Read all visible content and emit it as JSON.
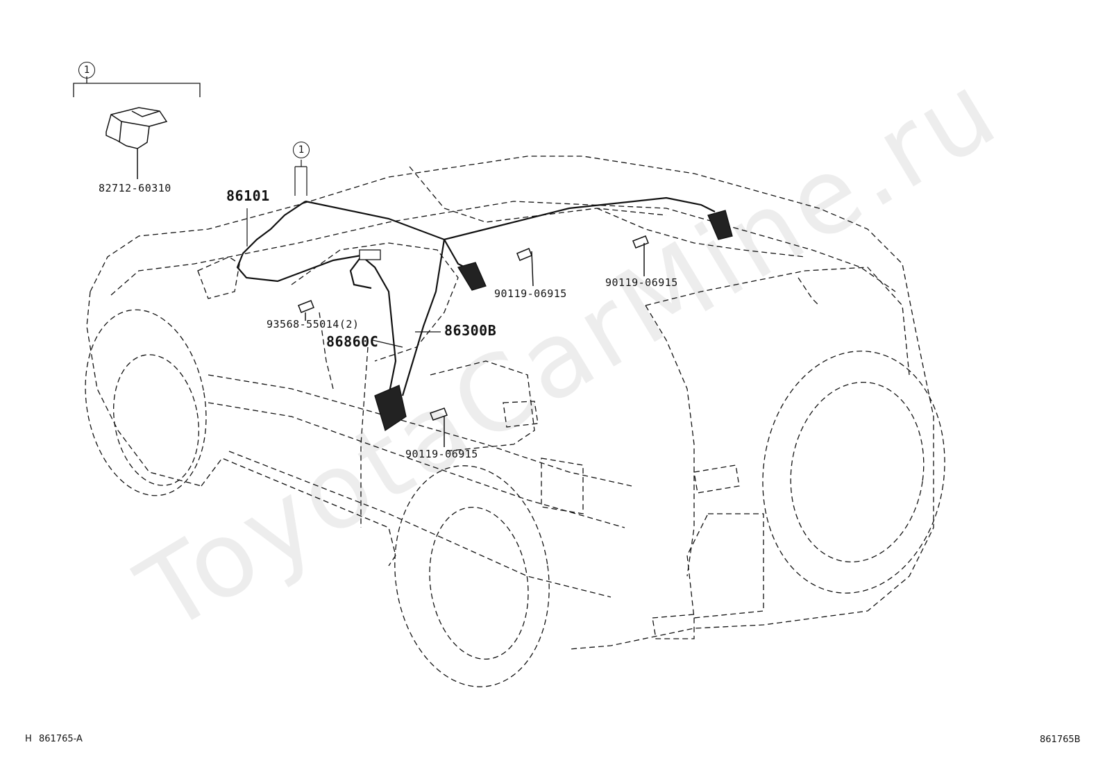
{
  "diagram": {
    "watermark": "ToyotaCarMine.ru",
    "callouts": {
      "ref_top_left": "1",
      "ref_harness": "1",
      "part_82712": "82712-60310",
      "part_86101": "86101",
      "part_93568": "93568-55014(2)",
      "part_86860c": "86860C",
      "part_86300b": "86300B",
      "part_90119_mid": "90119-06915",
      "part_90119_right": "90119-06915",
      "part_90119_low": "90119-06915"
    },
    "footer": {
      "prefix": "H",
      "code": "861765-A",
      "ref_code": "861765B"
    },
    "colors": {
      "line": "#111111",
      "watermark": "#cccccc"
    }
  }
}
